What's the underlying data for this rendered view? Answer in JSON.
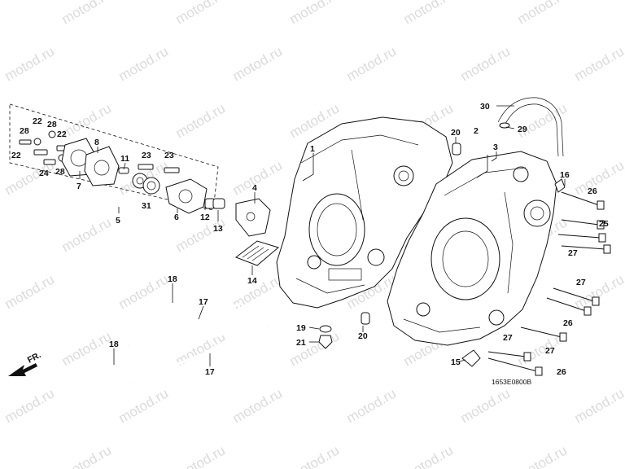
{
  "watermark": "motod.ru",
  "diagram_code": "1653E0800B",
  "front_marker": "FR.",
  "callouts": {
    "c1": "1",
    "c2": "2",
    "c3": "3",
    "c4": "4",
    "c5": "5",
    "c6": "6",
    "c7": "7",
    "c8": "8",
    "c11": "11",
    "c12": "12",
    "c13": "13",
    "c14": "14",
    "c15": "15",
    "c16": "16",
    "c17a": "17",
    "c17b": "17",
    "c18a": "18",
    "c18b": "18",
    "c19": "19",
    "c20a": "20",
    "c20b": "20",
    "c21": "21",
    "c22a": "22",
    "c22b": "22",
    "c22c": "22",
    "c23a": "23",
    "c23b": "23",
    "c24": "24",
    "c25": "25",
    "c26a": "26",
    "c26b": "26",
    "c26c": "26",
    "c27a": "27",
    "c27b": "27",
    "c27c": "27",
    "c27d": "27",
    "c28a": "28",
    "c28b": "28",
    "c28c": "28",
    "c29": "29",
    "c30": "30",
    "c31": "31"
  }
}
